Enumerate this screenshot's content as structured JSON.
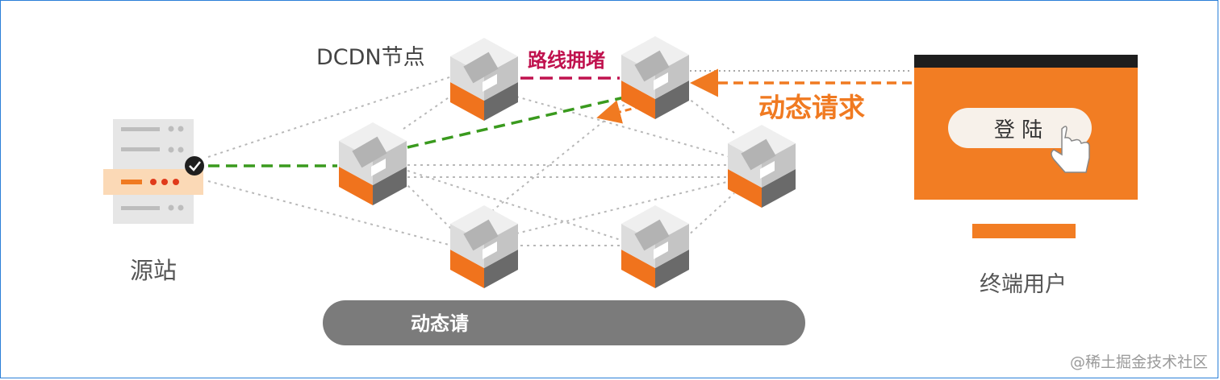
{
  "labels": {
    "dcdn_nodes": "DCDN节点",
    "congestion": "路线拥堵",
    "dynamic_request": "动态请求",
    "origin": "源站",
    "end_user": "终端用户",
    "login_button": "登 陆",
    "bottom_bar": "动态请",
    "watermark": "@稀土掘金技术社区"
  },
  "colors": {
    "orange": "#f07a21",
    "congestion": "#c0124e",
    "path_green": "#3a9a1e",
    "dotted": "#b8b8b8",
    "bar": "#7b7b7b",
    "monitor": "#f27d23"
  }
}
